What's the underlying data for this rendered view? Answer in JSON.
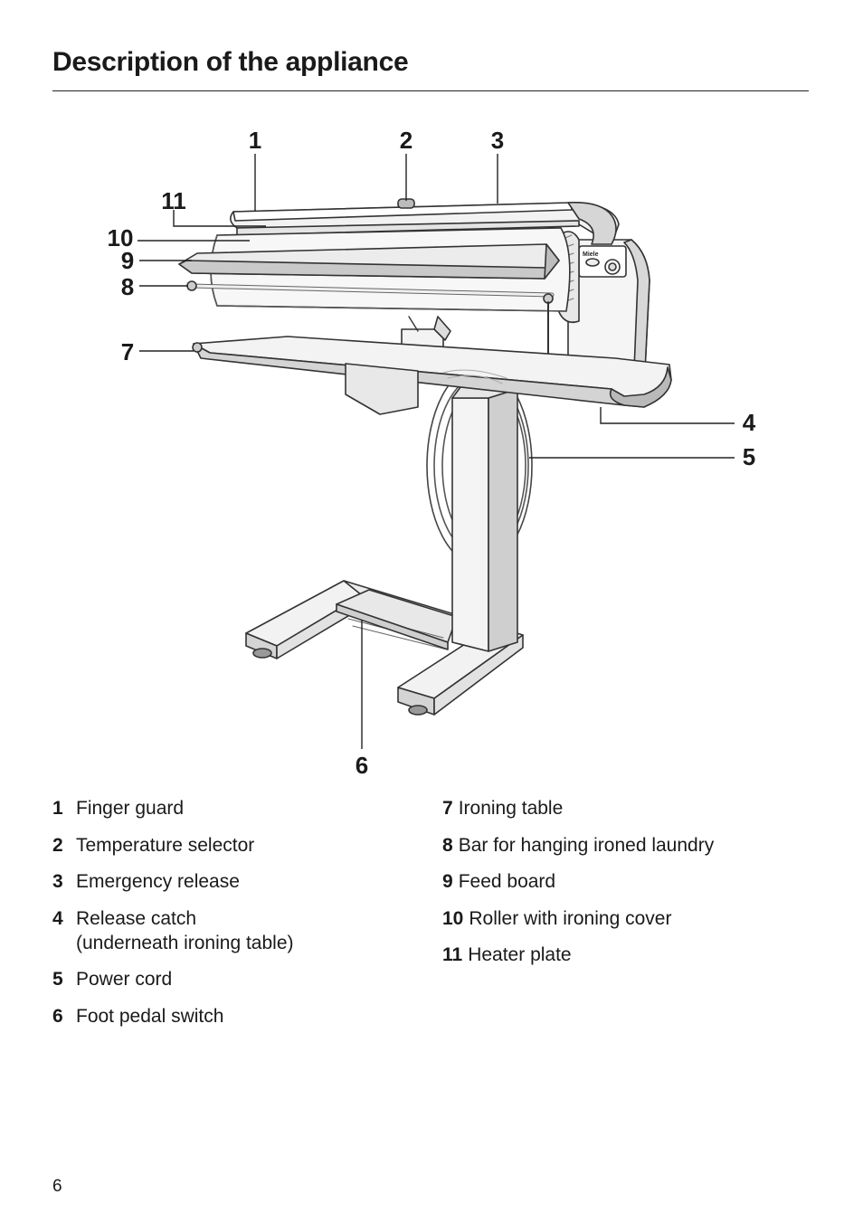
{
  "page": {
    "title": "Description of the appliance",
    "page_number": "6"
  },
  "figure": {
    "callouts": [
      "1",
      "2",
      "3",
      "4",
      "5",
      "6",
      "7",
      "8",
      "9",
      "10",
      "11"
    ],
    "brand_badge": "Miele"
  },
  "legend": {
    "left": [
      {
        "num": "1",
        "text": "Finger guard"
      },
      {
        "num": "2",
        "text": "Temperature selector"
      },
      {
        "num": "3",
        "text": "Emergency release"
      },
      {
        "num": "4",
        "text": "Release catch\n(underneath ironing table)"
      },
      {
        "num": "5",
        "text": "Power cord"
      },
      {
        "num": "6",
        "text": "Foot pedal switch"
      }
    ],
    "right": [
      {
        "num": "7",
        "text": "Ironing table"
      },
      {
        "num": "8",
        "text": "Bar for hanging ironed laundry"
      },
      {
        "num": "9",
        "text": "Feed board"
      },
      {
        "num": "10",
        "text": "Roller with ironing cover"
      },
      {
        "num": "11",
        "text": "Heater plate"
      }
    ]
  }
}
